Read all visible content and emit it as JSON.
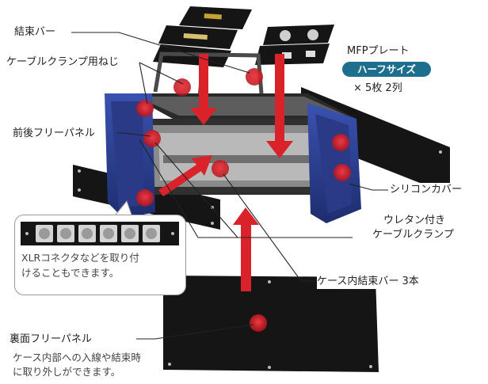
{
  "labels": {
    "cable_bar": "結束バー",
    "clamp_screw": "ケーブルクランプ用ねじ",
    "front_rear_panel": "前後フリーパネル",
    "mfp_plate": "MFPプレート",
    "half_size": "ハーフサイズ",
    "qty": "× 5枚 2列",
    "silicone_cover": "シリコンカバー",
    "urethan_clamp_1": "ウレタン付き",
    "urethan_clamp_2": "ケーブルクランプ",
    "inner_bar": "ケース内結束バー 3本",
    "bottom_panel": "裏面フリーパネル",
    "bottom_desc_1": "ケース内部への入線や結束時",
    "bottom_desc_2": "に取り外しができます。"
  },
  "callout": {
    "line1": "XLRコネクタなどを取り付",
    "line2": "けることもできます。",
    "connector_count": 6
  },
  "colors": {
    "accent_red": "#d9222a",
    "badge_blue": "#1e6f8e",
    "case_blue": "#2b3f8f",
    "panel_black": "#141414"
  }
}
